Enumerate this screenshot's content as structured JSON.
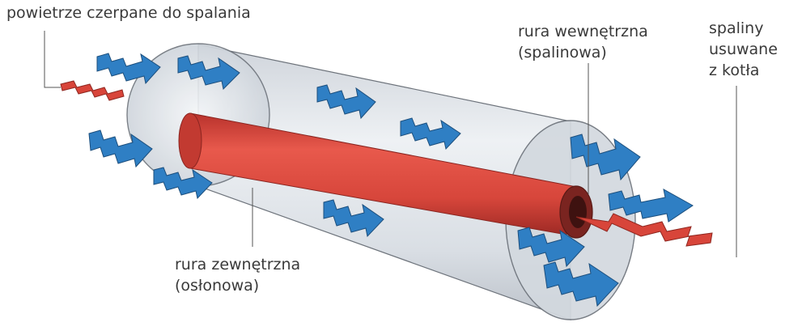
{
  "labels": {
    "intake_air": "powietrze czerpane do spalania",
    "inner_pipe": {
      "line1": "rura wewnętrzna",
      "line2": "(spalinowa)"
    },
    "exhaust": {
      "line1": "spaliny",
      "line2": "usuwane",
      "line3": "z kotła"
    },
    "outer_pipe": {
      "line1": "rura zewnętrzna",
      "line2": "(osłonowa)"
    }
  },
  "colors": {
    "outer_pipe": "#dfe4ea",
    "inner_pipe": "#d9443a",
    "air_arrow": "#2f7fc4",
    "exhaust_ribbon": "#d8453a",
    "text": "#3a3a3a",
    "leader_line": "#555555"
  },
  "icons": {
    "air_flow": "blue-ribbon-arrow",
    "exhaust_flow": "red-ribbon"
  }
}
